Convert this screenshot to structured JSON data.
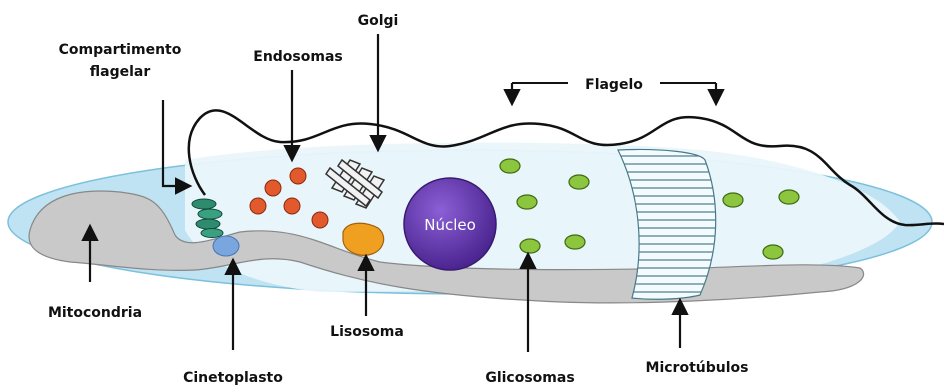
{
  "labels": {
    "compartimento_line1": "Compartimento",
    "compartimento_line2": "flagelar",
    "endosomas": "Endosomas",
    "golgi": "Golgi",
    "flagelo": "Flagelo",
    "mitocondria": "Mitocondria",
    "cinetoplasto": "Cinetoplasto",
    "lisosoma": "Lisosoma",
    "glicosomas": "Glicosomas",
    "microtubulos": "Microtúbulos",
    "nucleo": "Núcleo"
  },
  "colors": {
    "cell_outer": "#bfe3f2",
    "cell_inner": "#eaf6fb",
    "mitochondria": "#c9c9c9",
    "endosome": "#e25a2c",
    "glycosome": "#8cc63f",
    "nucleus": "#6a3bb0",
    "lysosome": "#f0a020",
    "kinetoplast": "#7aa6e0",
    "flagellar_pocket": "#2e8b6e"
  }
}
